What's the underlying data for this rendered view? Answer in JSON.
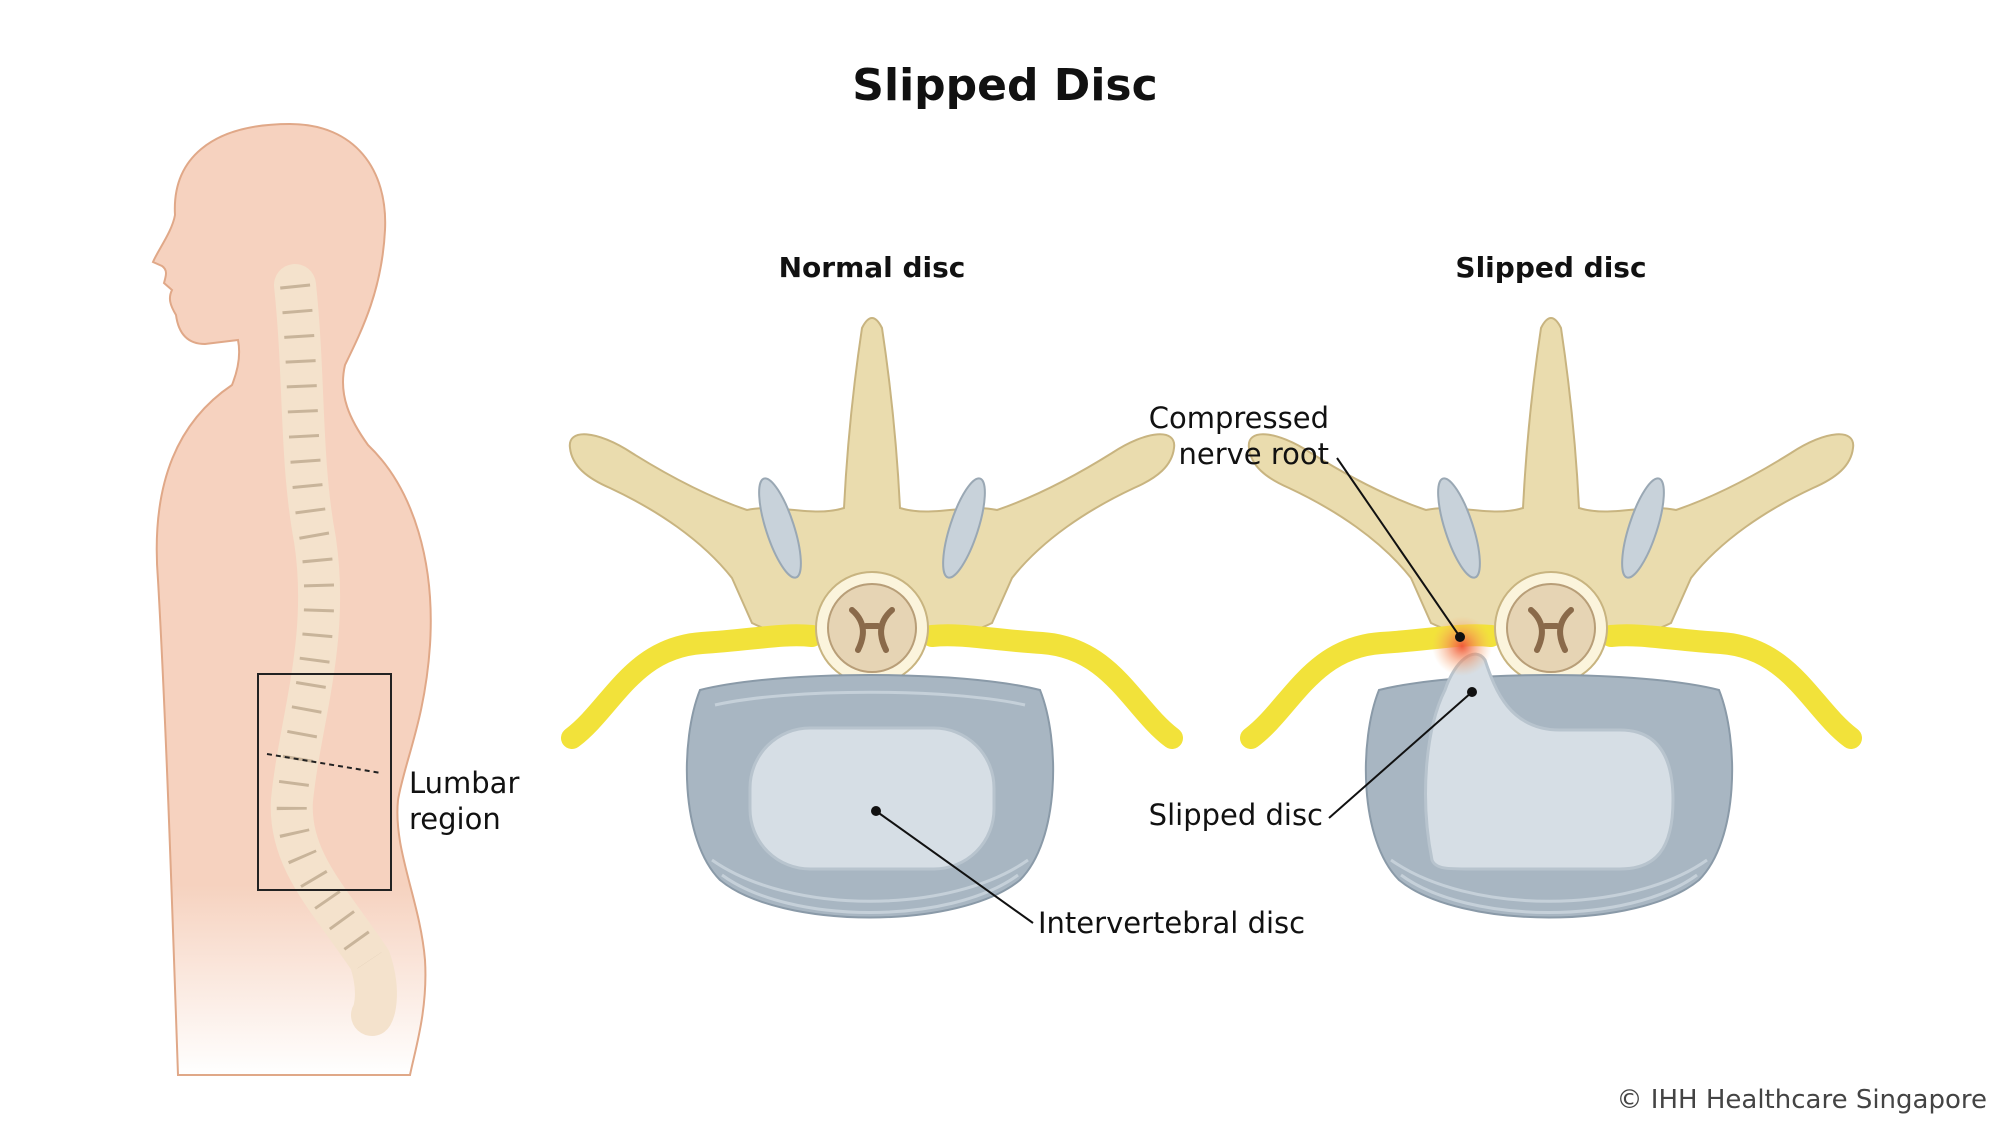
{
  "title": "Slipped Disc",
  "panels": {
    "normal": {
      "heading": "Normal disc",
      "label_disc": "Intervertebral disc"
    },
    "slipped": {
      "heading": "Slipped disc",
      "label_nerve_line1": "Compressed",
      "label_nerve_line2": "nerve root",
      "label_disc": "Slipped disc"
    }
  },
  "body_figure": {
    "label_line1": "Lumbar",
    "label_line2": "region"
  },
  "copyright": "© IHH Healthcare Singapore",
  "colors": {
    "skin": "#f6d2bf",
    "bone": "#eadcae",
    "nerve": "#f2e23a",
    "disc_outer": "#a8b6c2",
    "disc_inner": "#d6dee5",
    "inflammation": "#f07850"
  }
}
